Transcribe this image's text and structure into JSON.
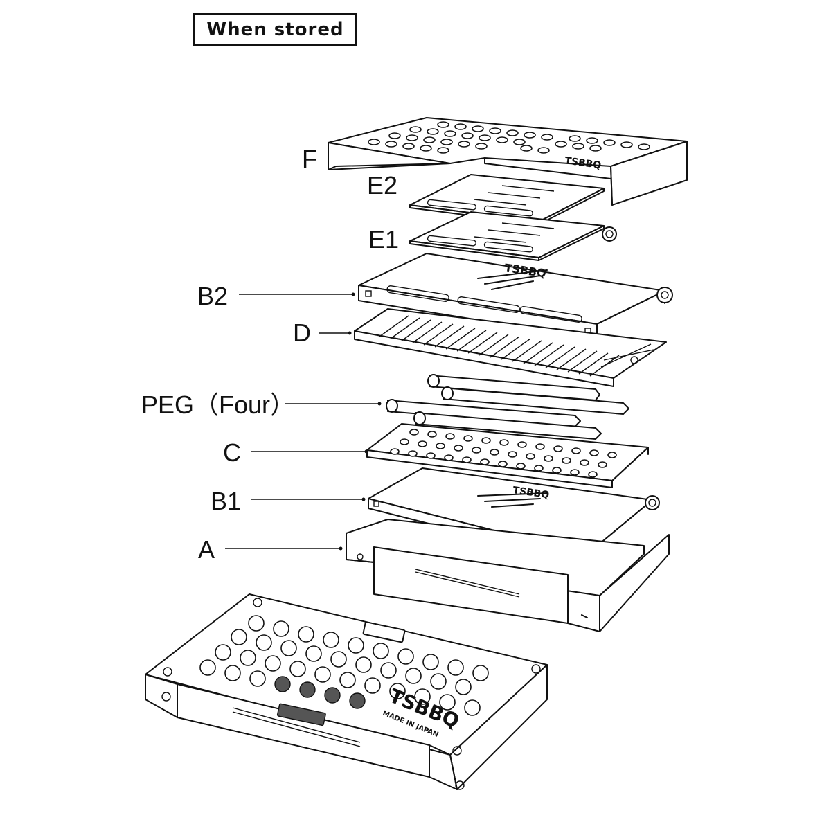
{
  "title": "When stored",
  "labels": {
    "F": "F",
    "E2": "E2",
    "E1": "E1",
    "B2": "B2",
    "D": "D",
    "PEG": "PEG（Four）",
    "C": "C",
    "B1": "B1",
    "A": "A"
  },
  "engraving": {
    "brand": "TSBBQ",
    "origin": "MADE IN JAPAN"
  }
}
